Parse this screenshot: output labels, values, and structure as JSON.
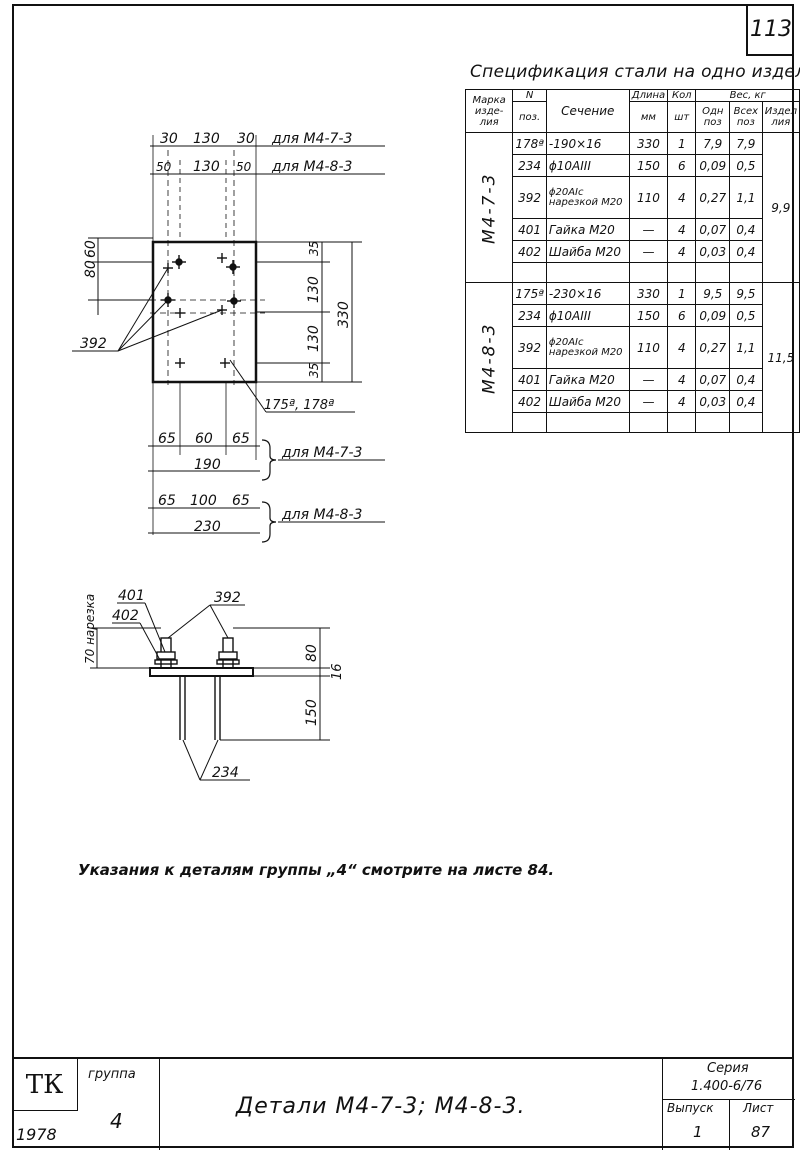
{
  "page_number": "113",
  "spec": {
    "title": "Спецификация стали на одно изделие",
    "headers": {
      "mark": "Марка изде-лия",
      "pos": "N",
      "pos_sub": "поз.",
      "section": "Сечение",
      "length": "Длина",
      "length_unit": "мм",
      "qty": "Кол",
      "qty_unit": "шт",
      "weight": "Вес, кг",
      "w_one": "Одн поз",
      "w_all": "Всех поз",
      "w_item": "Издел лия"
    },
    "groups": [
      {
        "mark": "М4-7-3",
        "total": "9,9",
        "rows": [
          {
            "pos": "178ª",
            "section": "-190×16",
            "length": "330",
            "qty": "1",
            "w_one": "7,9",
            "w_all": "7,9"
          },
          {
            "pos": "234",
            "section": "ϕ10АIII",
            "length": "150",
            "qty": "6",
            "w_one": "0,09",
            "w_all": "0,5"
          },
          {
            "pos": "392",
            "section": "ϕ20АIс нарезкой М20",
            "length": "110",
            "qty": "4",
            "w_one": "0,27",
            "w_all": "1,1"
          },
          {
            "pos": "401",
            "section": "Гайка М20",
            "length": "—",
            "qty": "4",
            "w_one": "0,07",
            "w_all": "0,4"
          },
          {
            "pos": "402",
            "section": "Шайба М20",
            "length": "—",
            "qty": "4",
            "w_one": "0,03",
            "w_all": "0,4"
          }
        ]
      },
      {
        "mark": "М4-8-3",
        "total": "11,5",
        "rows": [
          {
            "pos": "175ª",
            "section": "-230×16",
            "length": "330",
            "qty": "1",
            "w_one": "9,5",
            "w_all": "9,5"
          },
          {
            "pos": "234",
            "section": "ϕ10АIII",
            "length": "150",
            "qty": "6",
            "w_one": "0,09",
            "w_all": "0,5"
          },
          {
            "pos": "392",
            "section": "ϕ20АIс нарезкой М20",
            "length": "110",
            "qty": "4",
            "w_one": "0,27",
            "w_all": "1,1"
          },
          {
            "pos": "401",
            "section": "Гайка М20",
            "length": "—",
            "qty": "4",
            "w_one": "0,07",
            "w_all": "0,4"
          },
          {
            "pos": "402",
            "section": "Шайба М20",
            "length": "—",
            "qty": "4",
            "w_one": "0,03",
            "w_all": "0,4"
          }
        ]
      }
    ]
  },
  "drawing": {
    "dims_top1": [
      "30",
      "130",
      "30"
    ],
    "dims_top1_label": "для М4-7-3",
    "dims_top2": [
      "50",
      "130",
      "50"
    ],
    "dims_top2_label": "для М4-8-3",
    "left_dims": [
      "80",
      "60"
    ],
    "right_dims": [
      "35",
      "130",
      "130",
      "35"
    ],
    "right_total": "330",
    "callout_392": "392",
    "callout_plate": "175ª, 178ª",
    "bottom1": [
      "65",
      "60",
      "65"
    ],
    "bottom1_total": "190",
    "bottom1_label": "для М4-7-3",
    "bottom2": [
      "65",
      "100",
      "65"
    ],
    "bottom2_total": "230",
    "bottom2_label": "для М4-8-3",
    "section_tags": [
      "401",
      "402",
      "392",
      "234"
    ],
    "thread_label": "70 нарезка",
    "section_dims": [
      "80",
      "16",
      "150"
    ]
  },
  "note": "Указания к деталям группы „4“ смотрите на листе 84.",
  "title_block": {
    "org": "ТК",
    "group_label": "группа",
    "group_value": "4",
    "year": "1978",
    "title": "Детали М4-7-3; М4-8-3.",
    "series_label": "Серия",
    "series_value": "1.400-6/76",
    "issue_label": "Выпуск",
    "issue_value": "1",
    "sheet_label": "Лист",
    "sheet_value": "87"
  }
}
